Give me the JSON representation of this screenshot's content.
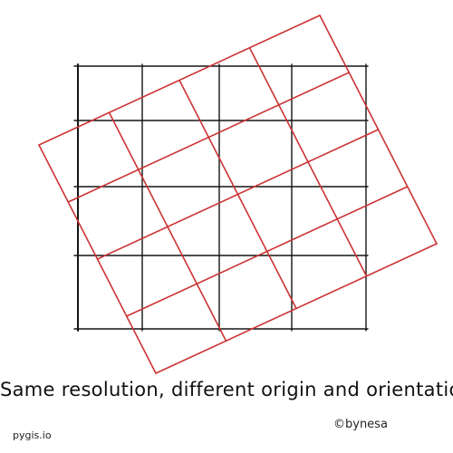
{
  "caption": "Same resolution, different origin and orientation",
  "footer_left": "pygis.io",
  "footer_right": "©bynesa",
  "colors": {
    "black_grid": "#151515",
    "red_grid": "#cc3333",
    "text": "#111111"
  }
}
